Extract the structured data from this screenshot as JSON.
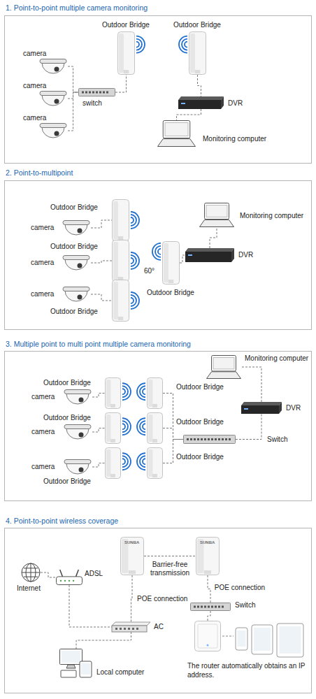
{
  "diagram": {
    "nodes": [
      {
        "text": [
          "1. Point-to-point multiple camera monitoring"
        ]
      },
      {
        "text": [
          "camera"
        ],
        "in": 0
      },
      {
        "text": [
          "camera"
        ],
        "in": 0
      },
      {
        "text": [
          "camera"
        ],
        "in": 0
      },
      {
        "text": [
          "switch"
        ],
        "in": 0
      },
      {
        "text": [
          "Outdoor Bridge"
        ],
        "in": 0
      },
      {
        "text": [
          "Outdoor Bridge"
        ],
        "in": 0
      },
      {
        "text": [
          "DVR"
        ],
        "in": 0
      },
      {
        "text": [
          "Monitoring computer"
        ],
        "in": 0
      },
      {
        "text": [
          "2. Point-to-multipoint"
        ]
      },
      {
        "text": [
          "Outdoor Bridge"
        ],
        "in": 9
      },
      {
        "text": [
          "camera"
        ],
        "in": 9
      },
      {
        "text": [
          "Outdoor Bridge"
        ],
        "in": 9
      },
      {
        "text": [
          "camera"
        ],
        "in": 9
      },
      {
        "text": [
          "camera"
        ],
        "in": 9
      },
      {
        "text": [
          "Outdoor Bridge"
        ],
        "in": 9
      },
      {
        "text": [
          "Outdoor Bridge"
        ],
        "in": 9
      },
      {
        "text": [
          "Monitoring computer"
        ],
        "in": 9
      },
      {
        "text": [
          "DVR"
        ],
        "in": 9
      },
      {
        "text": [
          "3. Multiple point to multi point multiple camera monitoring"
        ]
      },
      {
        "text": [
          "Outdoor Bridge"
        ],
        "in": 19
      },
      {
        "text": [
          "camera"
        ],
        "in": 19
      },
      {
        "text": [
          "Outdoor Bridge"
        ],
        "in": 19
      },
      {
        "text": [
          "camera"
        ],
        "in": 19
      },
      {
        "text": [
          "camera"
        ],
        "in": 19
      },
      {
        "text": [
          "Outdoor Bridge"
        ],
        "in": 19
      },
      {
        "text": [
          "Outdoor Bridge"
        ],
        "in": 19
      },
      {
        "text": [
          "Outdoor Bridge"
        ],
        "in": 19
      },
      {
        "text": [
          "Outdoor Bridge"
        ],
        "in": 19
      },
      {
        "text": [
          "Monitoring computer"
        ],
        "in": 19
      },
      {
        "text": [
          "DVR"
        ],
        "in": 19
      },
      {
        "text": [
          "Switch"
        ],
        "in": 19
      },
      {
        "text": [
          "4. Point-to-point wireless coverage"
        ]
      },
      {
        "text": [
          "SUNBA"
        ],
        "in": 32
      },
      {
        "text": [
          "SUNBA"
        ],
        "in": 32
      },
      {
        "text": [
          "Internet"
        ],
        "in": 32
      },
      {
        "text": [
          "ADSL"
        ],
        "in": 32
      },
      {
        "text": [
          "AC"
        ],
        "in": 32
      },
      {
        "text": [
          "Switch"
        ],
        "in": 32
      },
      {
        "text": [
          "Local computer"
        ],
        "in": 32
      },
      {
        "text": [
          "The router automatically obtains an IP address."
        ],
        "in": 32
      }
    ],
    "edges": [
      {
        "from": 1,
        "to": 4,
        "arrow": "none"
      },
      {
        "from": 2,
        "to": 4,
        "arrow": "none"
      },
      {
        "from": 3,
        "to": 4,
        "arrow": "none"
      },
      {
        "from": 4,
        "to": 5,
        "arrow": "none"
      },
      {
        "from": 6,
        "to": 7,
        "arrow": "none"
      },
      {
        "from": 7,
        "to": 8,
        "arrow": "none"
      },
      {
        "from": 11,
        "to": 10,
        "arrow": "none"
      },
      {
        "from": 13,
        "to": 12,
        "arrow": "none"
      },
      {
        "from": 14,
        "to": 15,
        "arrow": "none"
      },
      {
        "from": 16,
        "to": 18,
        "arrow": "none"
      },
      {
        "from": 18,
        "to": 17,
        "arrow": "none"
      },
      {
        "from": 21,
        "to": 20,
        "arrow": "none"
      },
      {
        "from": 23,
        "to": 22,
        "arrow": "none"
      },
      {
        "from": 24,
        "to": 25,
        "arrow": "none"
      },
      {
        "from": 26,
        "to": 31,
        "arrow": "none"
      },
      {
        "from": 27,
        "to": 31,
        "arrow": "none"
      },
      {
        "from": 28,
        "to": 31,
        "arrow": "none"
      },
      {
        "from": 31,
        "to": 30,
        "arrow": "none"
      },
      {
        "from": 30,
        "to": 29,
        "arrow": "none"
      },
      {
        "from": 33,
        "to": 34,
        "label": "Barrier-free transmission",
        "arrow": "none"
      },
      {
        "from": 33,
        "to": 37,
        "label": "POE connection",
        "arrow": "none"
      },
      {
        "from": 34,
        "to": 38,
        "label": "POE connection",
        "arrow": "none"
      },
      {
        "from": 35,
        "to": 36,
        "arrow": "none"
      },
      {
        "from": 36,
        "to": 37,
        "arrow": "none"
      },
      {
        "from": 37,
        "to": 39,
        "arrow": "none"
      },
      {
        "from": 38,
        "to": 40,
        "arrow": "none"
      }
    ],
    "labels": [
      "60°"
    ]
  }
}
